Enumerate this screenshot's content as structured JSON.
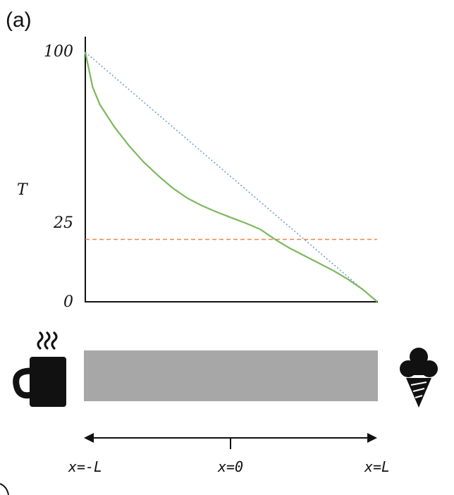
{
  "panel_label": "(a)",
  "chart_data": {
    "type": "line",
    "title": "",
    "xlabel": "",
    "ylabel": "T",
    "ylim": [
      0,
      100
    ],
    "y_ticks": [
      "100",
      "25",
      "0"
    ],
    "grid": false,
    "series": [
      {
        "color": "#7cb85c",
        "style": "solid",
        "x": [
          -1.0,
          -0.95,
          -0.9,
          -0.8,
          -0.7,
          -0.6,
          -0.5,
          -0.4,
          -0.3,
          -0.2,
          -0.1,
          0.0,
          0.1,
          0.2,
          0.3,
          0.4,
          0.5,
          0.6,
          0.7,
          0.8,
          0.9,
          0.95,
          1.0
        ],
        "y": [
          100,
          86,
          79,
          70,
          62.5,
          56,
          50.5,
          45.5,
          41.5,
          38.5,
          36,
          33.7,
          31.5,
          29,
          25,
          21.5,
          18.5,
          15.5,
          12.5,
          9,
          5,
          2.5,
          0
        ]
      },
      {
        "color": "#6f9fd8",
        "style": "dotted",
        "x": [
          -1.0,
          1.0
        ],
        "y": [
          100,
          0
        ]
      },
      {
        "color": "#e8874a",
        "style": "dashed",
        "x": [
          -1.0,
          1.0
        ],
        "y": [
          25,
          25
        ]
      }
    ]
  },
  "bar": {
    "color": "#a7a7a7",
    "left_icon": "hot-coffee-mug-icon",
    "right_icon": "ice-cream-cone-icon"
  },
  "x_axis": {
    "labels": [
      "x=-L",
      "x=0",
      "x=L"
    ]
  }
}
